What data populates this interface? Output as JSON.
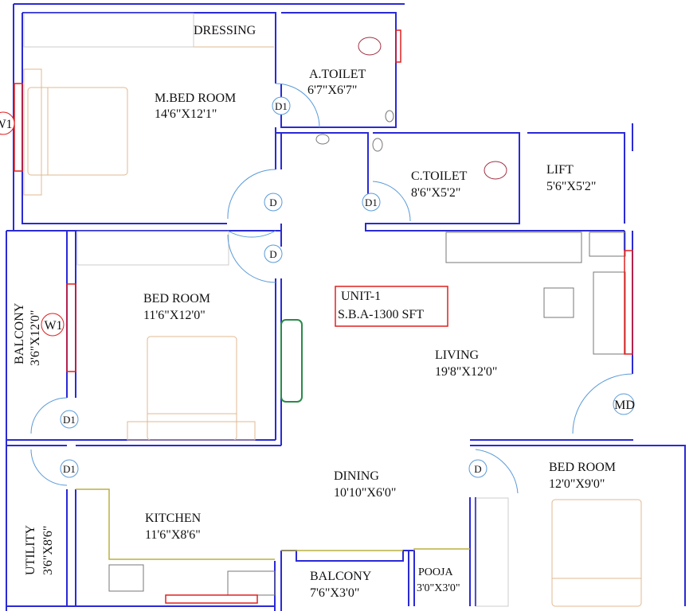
{
  "rooms": {
    "dressing": {
      "name": "DRESSING"
    },
    "master_bedroom": {
      "name": "M.BED ROOM",
      "size": "14'6\"X12'1\""
    },
    "attached_toilet": {
      "name": "A.TOILET",
      "size": "6'7\"X6'7\""
    },
    "common_toilet": {
      "name": "C.TOILET",
      "size": "8'6\"X5'2\""
    },
    "lift": {
      "name": "LIFT",
      "size": "5'6\"X5'2\""
    },
    "bedroom_1": {
      "name": "BED ROOM",
      "size": "11'6\"X12'0\""
    },
    "balcony_1": {
      "name": "BALCONY",
      "size": "3'6\"X12'0\""
    },
    "living": {
      "name": "LIVING",
      "size": "19'8\"X12'0\""
    },
    "dining": {
      "name": "DINING",
      "size": "10'10\"X6'0\""
    },
    "kitchen": {
      "name": "KITCHEN",
      "size": "11'6\"X8'6\""
    },
    "utility": {
      "name": "UTILITY",
      "size": "3'6\"X8'6\""
    },
    "balcony_2": {
      "name": "BALCONY",
      "size": "7'6\"X3'0\""
    },
    "pooja": {
      "name": "POOJA",
      "size": "3'0\"X3'0\""
    },
    "bedroom_2": {
      "name": "BED ROOM",
      "size": "12'0\"X9'0\""
    }
  },
  "unit_box": {
    "line1": "UNIT-1",
    "line2": "S.B.A-1300 SFT"
  },
  "tags": {
    "d": "D",
    "d1": "D1",
    "md": "MD",
    "w1": "W1"
  },
  "colors": {
    "walls": "#2a2ad6",
    "furniture": "#e0b890",
    "windows": "#e02020",
    "unit_box": "#e02020"
  }
}
